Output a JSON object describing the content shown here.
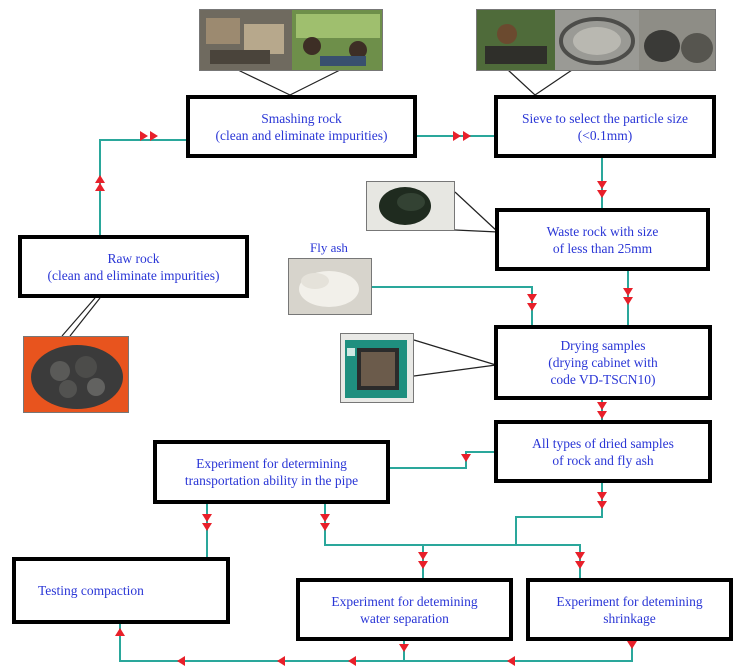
{
  "colors": {
    "connector": "#2aa79b",
    "arrow": "#e8202a",
    "text": "#2a36d6",
    "border": "#000000"
  },
  "boxes": {
    "smashing": {
      "line1": "Smashing rock",
      "line2": "(clean and eliminate impurities)"
    },
    "sieve": {
      "line1": "Sieve to select the particle size",
      "line2": "(<0.1mm)"
    },
    "waste": {
      "line1": "Waste rock with size",
      "line2": "of less than 25mm"
    },
    "raw": {
      "line1": "Raw rock",
      "line2": "(clean and eliminate impurities)"
    },
    "drying": {
      "line1": "Drying samples",
      "line2": "(drying cabinet with",
      "line3": "code VD-TSCN10)"
    },
    "dried": {
      "line1": "All types of dried samples",
      "line2": "of rock and fly ash"
    },
    "transport": {
      "line1": "Experiment for determining",
      "line2": "transportation ability in the pipe"
    },
    "compaction": {
      "line1": "Testing compaction"
    },
    "water": {
      "line1": "Experiment for detemining",
      "line2": "water separation"
    },
    "shrinkage": {
      "line1": "Experiment for detemining",
      "line2": "shrinkage"
    }
  },
  "labels": {
    "fly_ash": "Fly ash"
  }
}
